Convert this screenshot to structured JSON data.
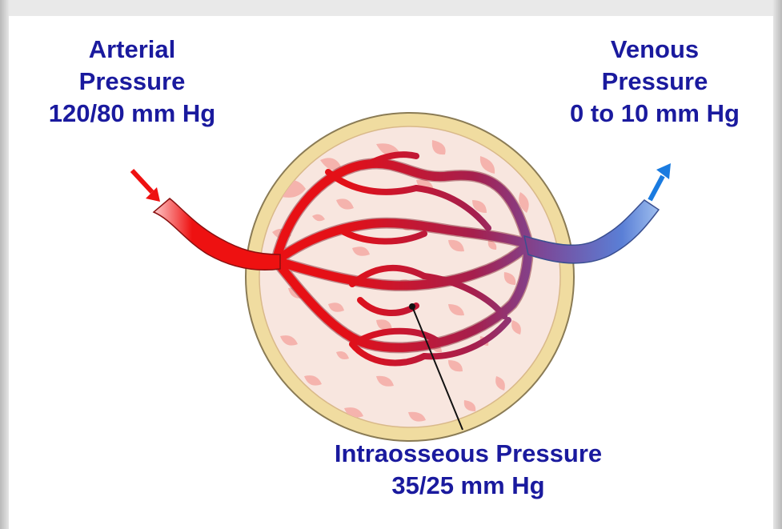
{
  "arterial": {
    "line1": "Arterial",
    "line2": "Pressure",
    "line3": "120/80 mm Hg"
  },
  "venous": {
    "line1": "Venous",
    "line2": "Pressure",
    "line3": "0 to 10 mm Hg"
  },
  "intraosseous": {
    "line1": "Intraosseous Pressure",
    "line2": "35/25 mm Hg"
  },
  "colors": {
    "label_text": "#1a1a9e",
    "arterial_blood": "#ee1111",
    "venous_blood": "#4d88e0",
    "bone_cortex": "#f0dca0",
    "marrow": "#f8e6df",
    "trabeculae": "#f5b3ad",
    "arterial_arrow": "#ee1111",
    "venous_arrow": "#1a7be0"
  }
}
